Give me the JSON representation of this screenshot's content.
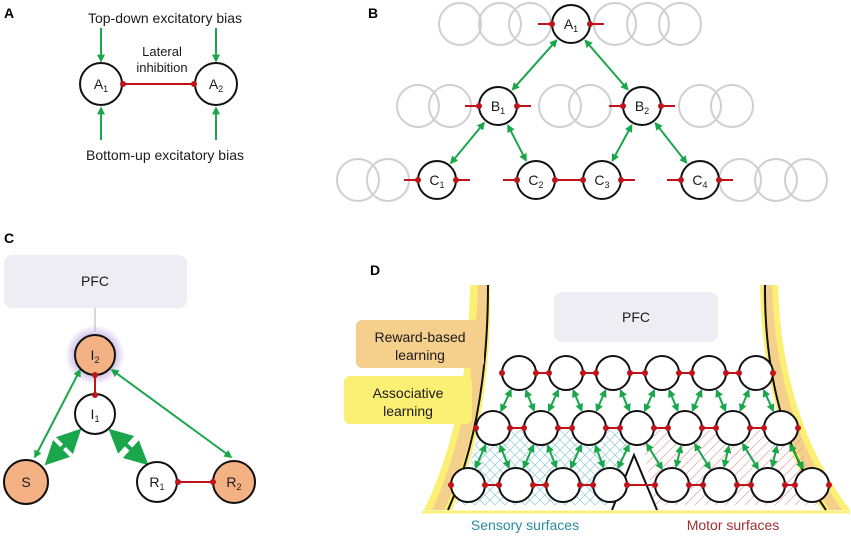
{
  "panels": {
    "a": "A",
    "b": "B",
    "c": "C",
    "d": "D"
  },
  "panel_a": {
    "top_label": "Top-down excitatory bias",
    "bottom_label": "Bottom-up excitatory bias",
    "lateral_line1": "Lateral",
    "lateral_line2": "inhibition",
    "node1": "A",
    "node1_sub": "1",
    "node2": "A",
    "node2_sub": "2"
  },
  "panel_b": {
    "nodes": [
      {
        "main": "A",
        "sub": "1"
      },
      {
        "main": "B",
        "sub": "1"
      },
      {
        "main": "B",
        "sub": "2"
      },
      {
        "main": "C",
        "sub": "1"
      },
      {
        "main": "C",
        "sub": "2"
      },
      {
        "main": "C",
        "sub": "3"
      },
      {
        "main": "C",
        "sub": "4"
      }
    ]
  },
  "panel_c": {
    "pfc": "PFC",
    "i2": "I",
    "i2_sub": "2",
    "i1": "I",
    "i1_sub": "1",
    "s": "S",
    "r1": "R",
    "r1_sub": "1",
    "r2": "R",
    "r2_sub": "2"
  },
  "panel_d": {
    "pfc": "PFC",
    "reward_line1": "Reward-based",
    "reward_line2": "learning",
    "assoc_line1": "Associative",
    "assoc_line2": "learning",
    "sensory": "Sensory surfaces",
    "motor": "Motor surfaces"
  },
  "colors": {
    "excitatory": "#1aa64a",
    "inhibitory": "#c0141b",
    "orange_node": "#f4b183",
    "pfc_box": "#eeedf3",
    "reward_box": "#f5d08c",
    "assoc_box": "#fbef74",
    "sensory_text": "#2a8aa0",
    "motor_text": "#a03030"
  }
}
